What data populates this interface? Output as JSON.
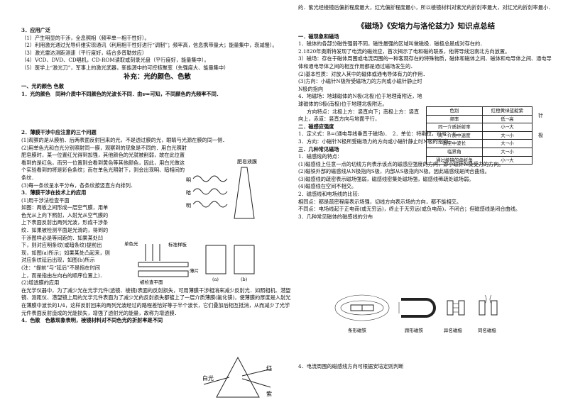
{
  "left": {
    "app_heading": "3．应用广泛",
    "app_items": [
      "（1）产生明显的干涉，全息照相（频率单一相干性好）。",
      "（2）利用激光通过光导纤维实现通讯（利用相干性好进行“调制”；频率高，信息携带量大；能量集中，衰减慢）。",
      "（3）激光雷达测距测速（平行度好，结合多普勒效应）",
      "（4）VCD、DVD、CD唱机，CD-ROM读取或刻录光盘（平行度好，能量集中）。",
      "（5）医学上“激光刀”，军事上的激光武器，新能源中的可控核聚变（先强度大、能量集中）"
    ],
    "supplement_title": "补充：光的颜色、色散",
    "s1_heading": "一、光的颜色 色散",
    "s1_p1": "1．光的颜色　同种介质中不同颜色的光波长不同．由ν=可知，不同颜色的光频率不同．",
    "s2_heading": "2．薄膜干涉中应注意的三个问题",
    "s2_lines": [
      "(1)观察的是从膜前、后两表面反射回来的光，不是透过膜的光，眼睛与光源在膜的同一侧．",
      "(2)用单色光和白光分别照射同一膜，观察到的现象是不同的．用白光照射肥皂膜时，某一位置红光得到加强，其他颜色的光就被削弱，故在此位置看到的是红色，而另一位置则会看到黄色等其他颜色，因此，用白光做这个实验看到的将是彩色条纹；而在单色光照射下，则会出现明、暗相间的条纹．",
      "(3)每一条纹呈水平分布，各条纹按竖直方向排列．"
    ],
    "s3_heading": "3．薄膜干涉在技术上的应用",
    "s3_lines": [
      "(1)用干涉法检查平面",
      "如图：两板之间形成一层空气膜，用单色光从上向下照射，入射光从空气膜的上下表面反射出两列光波，形成干涉条纹．如果被检测平面是光滑的，得到的干涉图样必是等间距的．如果某处凹下，则对应明条纹(或暗条纹)提前出现，如图(a)所示；如果某处凸起来，则对应条纹延后出现，如图(b)所示(注：“提前”与“延后”不是指在时间上，而是指由左向右的顺序位置上)．",
      "(2)增透膜的应用",
      "在光学仪器中，为了减少光在光学元件(透镜、棱镜)表面的反射损失，可用薄膜干涉相消来减少反射光．如照相机、潜望镜、测距仪、潜望镜上用的光学元件表面为了减少光的反射损失都镀上了一层介质薄膜(氟化镁)，使薄膜的厚度是入射光在薄膜中波长的1/4，这样反射回来的两列光波经过的路程差恰好等于半个波长，它们叠加后相互抵消，从而减少了光学元件表面反射造成的光能损失，增强了透射光的能量，故称为增透膜．"
    ],
    "s4_line": "4．色散　色散现象表明，棱镜材料对不同色光的折射率是不同",
    "fig_soap_label": "肥皂液膜",
    "fig_bright": "明",
    "fig_dark": "暗",
    "fig_mono_label": "单色光",
    "fig_standard": "标准样板",
    "fig_wedge": "薄片",
    "fig_test": "被检查平面",
    "fig_a": "(a)",
    "fig_b": "(b)",
    "fig_white": "白光",
    "fig_red": "红",
    "fig_violet": "紫"
  },
  "right": {
    "top_text": "的．紫光经棱镜后偏折程度最大，红光偏折程度最小，所以棱镜材料对紫光的折射率最大，对红光的折射率最小．",
    "title": "《磁场》《安培力与洛伦兹力》知识点总结",
    "sec1": "一．磁现象和磁场",
    "l1": "1．磁体的各部分磁性强弱不同，磁性最强的区域叫做磁极．磁极总是成对存在的．",
    "l2": "2.1820年奥斯特发现了电流的磁效应，首次揭示了电和磁的联系，他将导线沿南北方向放置。",
    "l3": "3）磁场：存在于磁体周围或电流周围的一种客观存在的特殊物质，磁体和磁体之间、磁体和电导体之间、通电导体和通电导体之间的相互作用都是通过磁场发生的．",
    "l3b": "(2)基本性质：对放入其中的磁体或通电导体有力的作用．",
    "l3c": "(3)方向：小磁针N极所受磁场力的方向或小磁针静止时N极的指向",
    "l4": "4．地磁场：地球磁体的N极(北极)位于地理南附近，地球磁体的S极(南极)位于地理北极附近。",
    "l4b": "方向特点：北极上方：竖直向下；南极上方：竖直向上，赤道：竖直方向与地面平行，",
    "sec2": "二．磁感应强度",
    "b1": "1．定义式：B=(通电导线垂直于磁场)．　2．单位：特斯拉，符号：T。",
    "b2": "3．方向：小磁针N极所受磁场力的方向或小磁针静止时N极的指向。",
    "sec3": "三．几种常见磁场",
    "c1": "1．磁感线的特点：",
    "c1_items": [
      "(1)磁感线上任意一点的切线方向表示该点的磁感应强度的方向，即小磁针N极受力的方向。",
      "(2)磁铁外部的磁感线从N极指向S极，内部从S极指向N极。因此磁感线是闭合曲线。",
      "(3)磁感线的疏密表示磁场强弱，磁感线密集处磁场强，磁感线稀疏处磁场弱。",
      "(4)磁感线在空间不相交。"
    ],
    "c2": "2．磁感线和电场线的比较:",
    "c2_same": "相同点：都是疏密程度表示场强，切线方向表示场的方向，都不能相交。",
    "c2_diff": "不同点：电场线起于正电荷(或无穷远)，终止于无穷远(或负电荷)，不闭合；但磁感线是闭合曲线。",
    "c3": "3．几种常见磁体的磁感线的分布",
    "magnet_labels": [
      "条形磁铁",
      "蹄形磁铁",
      "异名磁极",
      "同名磁极"
    ],
    "c4": "4．电流周围的磁感线方向可根据安培定则判断",
    "side_needle": "针",
    "side_pole": "极",
    "table": {
      "header": [
        "色别",
        "红橙黄绿蓝靛紫"
      ],
      "rows": [
        [
          "频率",
          "低→高"
        ],
        [
          "同一介质折射率",
          "小→大"
        ],
        [
          "同一介质中速度",
          "大→小"
        ],
        [
          "真空中波长",
          "大→小"
        ],
        [
          "临界角",
          "大→小"
        ],
        [
          "通过棱镜的偏折角",
          "小→大"
        ]
      ]
    }
  }
}
